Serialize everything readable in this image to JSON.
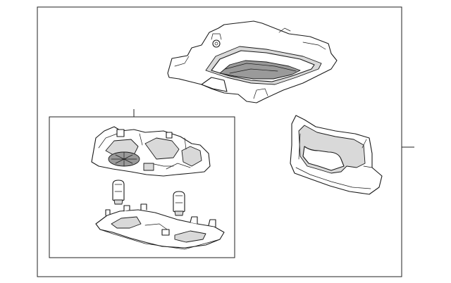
{
  "diagram": {
    "parts": [
      {
        "id": "upper-housing",
        "icon": "overhead-console-housing"
      },
      {
        "id": "console-assembly",
        "icon": "console-lamp-assembly"
      },
      {
        "id": "bulb-left",
        "icon": "bulb"
      },
      {
        "id": "bulb-right",
        "icon": "bulb"
      },
      {
        "id": "lens-cover",
        "icon": "lamp-lens-cover"
      },
      {
        "id": "side-trim",
        "icon": "side-trim-panel"
      }
    ],
    "colors": {
      "line": "#1a1a1a",
      "fill": "#ffffff",
      "shade": "#d9d9d9",
      "dark": "#9a9a9a"
    }
  }
}
